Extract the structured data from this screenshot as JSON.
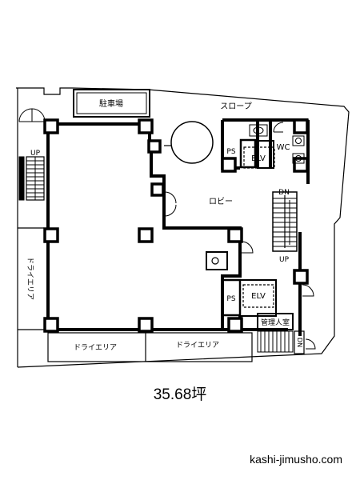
{
  "plan": {
    "parking": "駐車場",
    "slope": "スロープ",
    "lobby": "ロビー",
    "wc": "WC",
    "ps_top": "PS",
    "ps_bottom": "PS",
    "elv_top": "ELV",
    "elv_bottom": "ELV",
    "up_left": "UP",
    "up_stair": "UP",
    "dn_stair": "DN",
    "dn_bottom": "DN",
    "dry_area_left": "ドライエリア",
    "dry_area_bottom_left": "ドライエリア",
    "dry_area_bottom_right": "ドライエリア",
    "manager_room": "管理人室"
  },
  "footer": {
    "area": "35.68坪",
    "site": "kashi-jimusho.com"
  }
}
